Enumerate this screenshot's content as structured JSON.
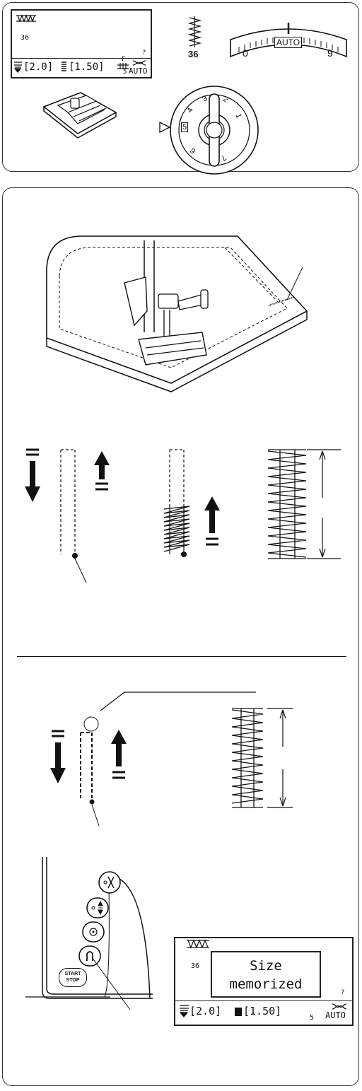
{
  "top_lcd": {
    "pattern_number": "36",
    "help_mark": "?",
    "stitch_width": "[2.0]",
    "stitch_length": "[1.50]",
    "foot_letter": "F",
    "foot_number": "5",
    "tension_mode": "AUTO"
  },
  "stitch_icon": {
    "number": "36"
  },
  "tension_dial": {
    "label": "AUTO",
    "min": "0",
    "max": "9"
  },
  "pressure_dial": {
    "numbers": [
      "2",
      "1",
      "7",
      "6",
      "4",
      "3"
    ],
    "selected": "5"
  },
  "keypad": {
    "start_stop_top": "START",
    "start_stop_bottom": "STOP"
  },
  "bottom_lcd": {
    "pattern_number": "36",
    "help_mark": "?",
    "stitch_width": "[2.0]",
    "stitch_length": "[1.50]",
    "foot_number": "5",
    "tension_mode": "AUTO",
    "message_line1": "Size",
    "message_line2": "memorized"
  },
  "colors": {
    "ink": "#111111",
    "frame": "#333333",
    "background": "#ffffff"
  }
}
